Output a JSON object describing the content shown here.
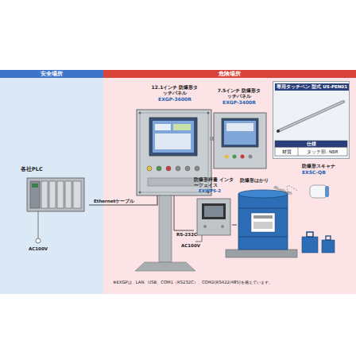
{
  "diagram": {
    "nodes": [
      {
        "text": [
          "安全場所"
        ]
      },
      {
        "text": [
          "危険場所"
        ]
      },
      {
        "text": [
          "各社PLC"
        ],
        "in": 0
      },
      {
        "text": [
          "12.1インチ 防爆形タッチパネル",
          "EXGP-3600R"
        ],
        "in": 1
      },
      {
        "text": [
          "7.5インチ 防爆形タッチパネル",
          "EXGP-3400R"
        ],
        "in": 1
      },
      {
        "text": [
          "専用タッチペン 型式 US-PEN01"
        ],
        "in": 1
      },
      {
        "text": [
          "防爆形秤量 インターフェイス",
          "EXWPS-2"
        ],
        "in": 1
      },
      {
        "text": [
          "防爆形はかり"
        ],
        "in": 1
      },
      {
        "text": [
          "防爆形スキャナ",
          "EXSC-QB"
        ],
        "in": 1
      }
    ],
    "edges": [
      {
        "from": 2,
        "to": 3,
        "arrow": "none",
        "label": "Ethernetケーブル"
      },
      {
        "from": 6,
        "to": 3,
        "arrow": "none",
        "label": "RS-232C"
      },
      {
        "from": 7,
        "to": 6,
        "arrow": "none"
      },
      {
        "from": 8,
        "to": 7,
        "arrow": "none",
        "label": "Bluetooth"
      }
    ],
    "labels": [
      "仕様",
      "材質",
      "タッチ部: NBR",
      "AC100V",
      "AC100V",
      "※EXGPは、LAN、USB、COM1（RS232C）、COM2(RS422/485)を備えています。"
    ]
  }
}
